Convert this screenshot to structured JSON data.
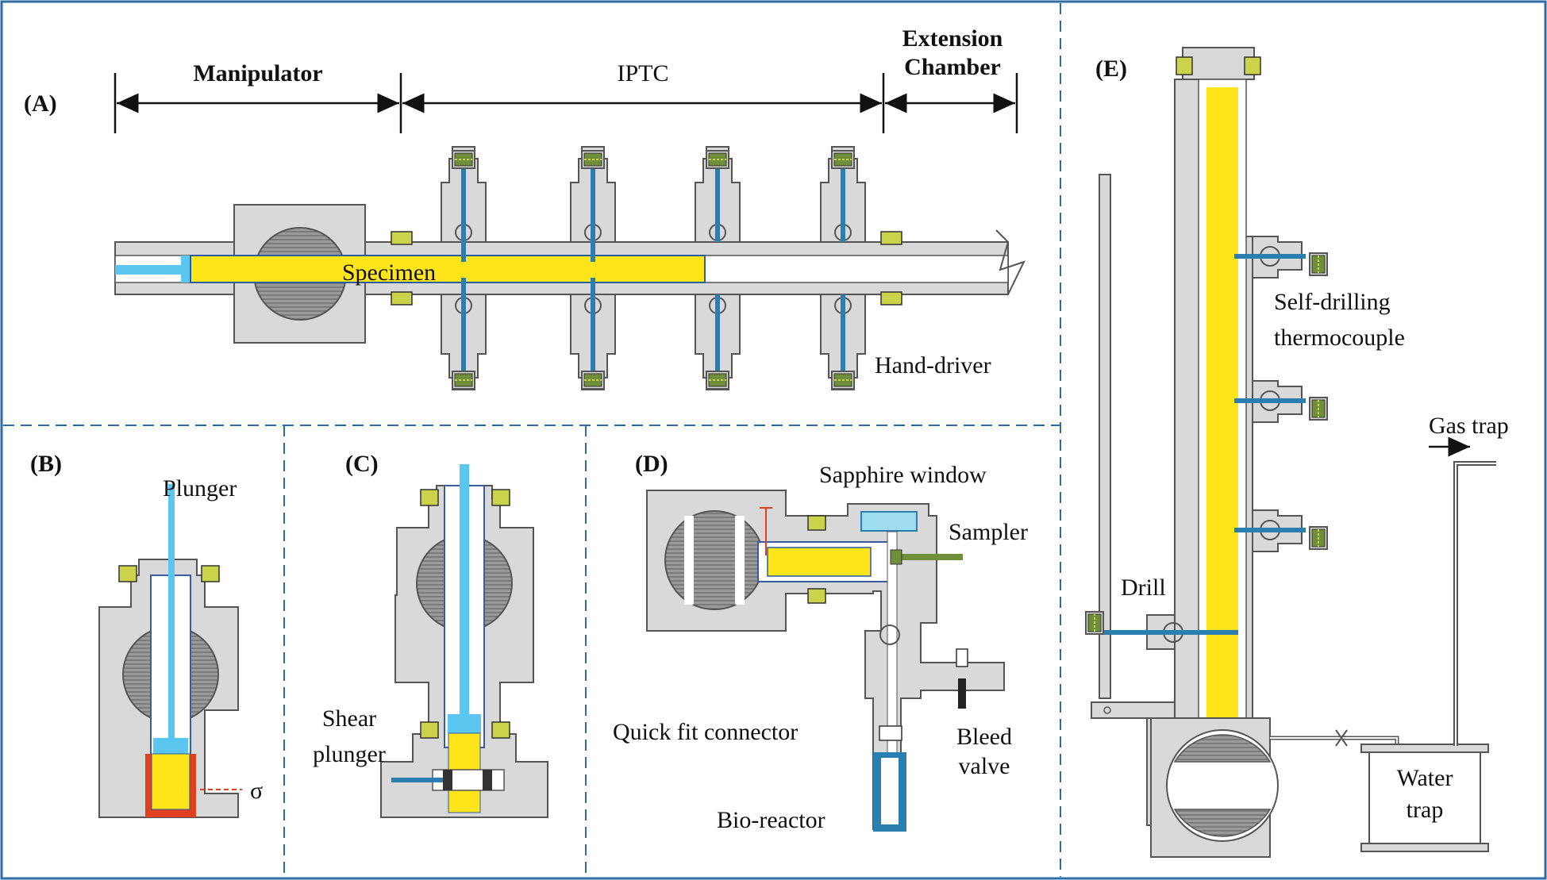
{
  "panel_labels": [
    "(A)",
    "(B)",
    "(C)",
    "(D)",
    "(E)"
  ],
  "panel_a": {
    "dimensions": [
      "Manipulator",
      "IPTC"
    ],
    "extension_line1": "Extension",
    "extension_line2": "Chamber",
    "specimen": "Specimen",
    "hand_driver": "Hand-driver"
  },
  "panel_b": {
    "plunger": "Plunger",
    "sigma": "σ"
  },
  "panel_c": {
    "shear_line1": "Shear",
    "shear_line2": "plunger"
  },
  "panel_d": {
    "sapphire_window": "Sapphire window",
    "sampler": "Sampler",
    "quick_fit": "Quick fit connector",
    "bleed_line1": "Bleed",
    "bleed_line2": "valve",
    "bio_reactor": "Bio-reactor"
  },
  "panel_e": {
    "self_drilling": "Self-drilling",
    "thermocouple": "thermocouple",
    "gas_trap": "Gas trap",
    "drill": "Drill",
    "water": "Water",
    "trap": "trap"
  },
  "colors": {
    "frame": "#2e6ca4",
    "body": "#d9d9d9",
    "outline": "#555555",
    "specimen": "#ffe51a",
    "rod": "#5bc6f0",
    "rod_dark": "#2a7fb0",
    "seal": "#cbd34a",
    "sensor_green": "#6f8f3a",
    "red": "#e04020"
  }
}
